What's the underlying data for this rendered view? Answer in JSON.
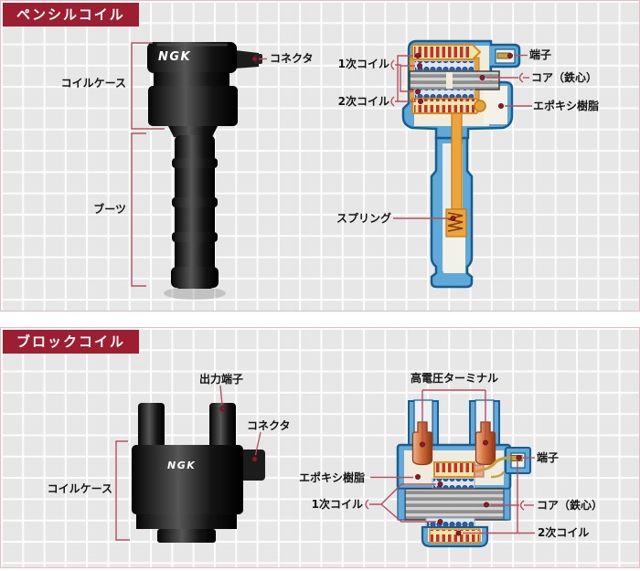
{
  "pencil_panel": {
    "title": "ペンシルコイル",
    "brand": "NGK",
    "photo_labels": {
      "coil_case": "コイルケース",
      "boots": "ブーツ",
      "connector": "コネクタ"
    },
    "cutaway_labels": {
      "primary": "1次コイル",
      "secondary": "2次コイル",
      "terminal": "端子",
      "core": "コア（鉄心）",
      "epoxy": "エポキシ樹脂",
      "spring": "スプリング"
    }
  },
  "block_panel": {
    "title": "ブロックコイル",
    "brand": "NGK",
    "photo_labels": {
      "output_terminal": "出力端子",
      "connector": "コネクタ",
      "coil_case": "コイルケース"
    },
    "cutaway_labels": {
      "hv_terminal": "高電圧ターミナル",
      "terminal": "端子",
      "epoxy": "エポキシ樹脂",
      "primary": "1次コイル",
      "core": "コア（鉄心）",
      "secondary": "2次コイル"
    }
  },
  "colors": {
    "badge_red": "#9e1e31",
    "leader_red": "#b5505e",
    "dot_red": "#8e1b2b",
    "panel_border": "#e7bcc1",
    "shell_blue": "#5ea9d9",
    "outline_blue": "#175d8f",
    "orange": "#eda43a",
    "copper": "#d2703c",
    "core_gray": "#c2c2c2",
    "winding_yellow": "#f2e5a8",
    "winding_red": "#c43030"
  }
}
